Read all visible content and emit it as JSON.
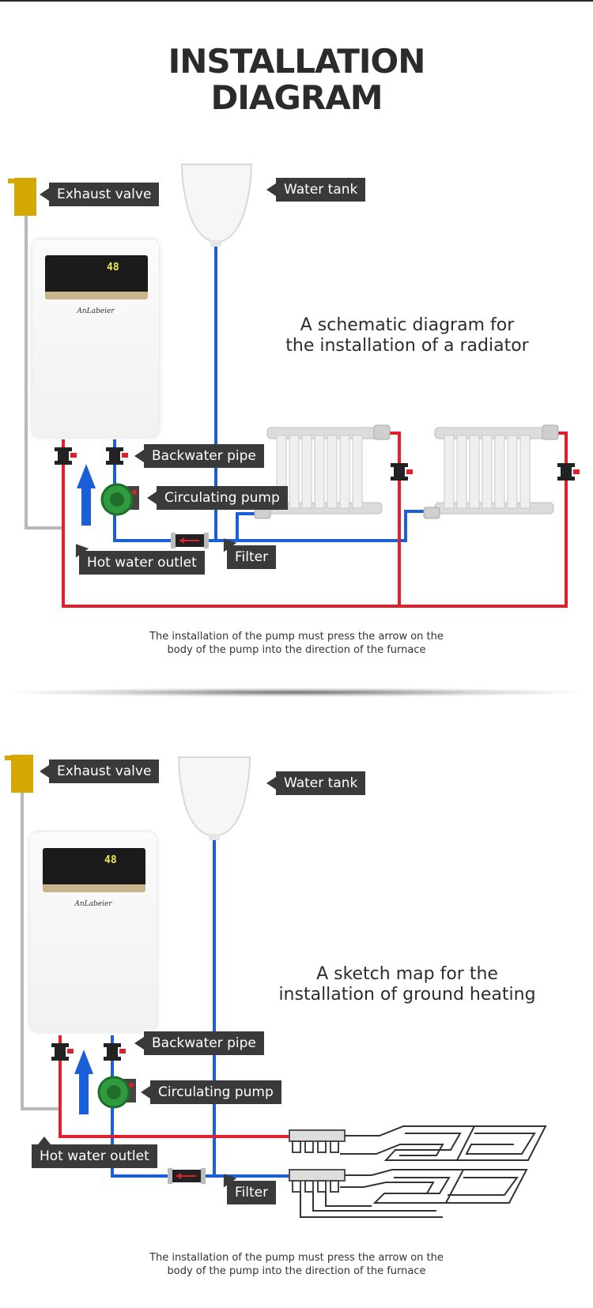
{
  "title": {
    "line1": "INSTALLATION",
    "line2": "DIAGRAM"
  },
  "colors": {
    "hot_pipe": "#e0202c",
    "cold_pipe": "#1a5fd8",
    "exhaust_pipe": "#b8b8b8",
    "label_bg": "#3a3a3a",
    "exhaust_valve": "#d4a800"
  },
  "heater": {
    "readout": "48",
    "brand": "AnLabeier"
  },
  "radiator_panel": {
    "heading_line1": "A schematic diagram for",
    "heading_line2": "the installation of a radiator",
    "labels": {
      "exhaust_valve": "Exhaust valve",
      "water_tank": "Water tank",
      "backwater_pipe": "Backwater pipe",
      "circulating_pump": "Circulating pump",
      "hot_water_outlet": "Hot water outlet",
      "filter": "Filter"
    },
    "note_line1": "The installation of the pump must press the arrow on the",
    "note_line2": "body of the pump into the direction of the furnace"
  },
  "ground_panel": {
    "heading_line1": "A sketch map for the",
    "heading_line2": "installation of ground heating",
    "labels": {
      "exhaust_valve": "Exhaust valve",
      "water_tank": "Water tank",
      "backwater_pipe": "Backwater pipe",
      "circulating_pump": "Circulating pump",
      "hot_water_outlet": "Hot water outlet",
      "filter": "Filter"
    },
    "note_line1": "The installation of the pump must press the arrow on the",
    "note_line2": "body of the pump into the direction of the furnace"
  }
}
